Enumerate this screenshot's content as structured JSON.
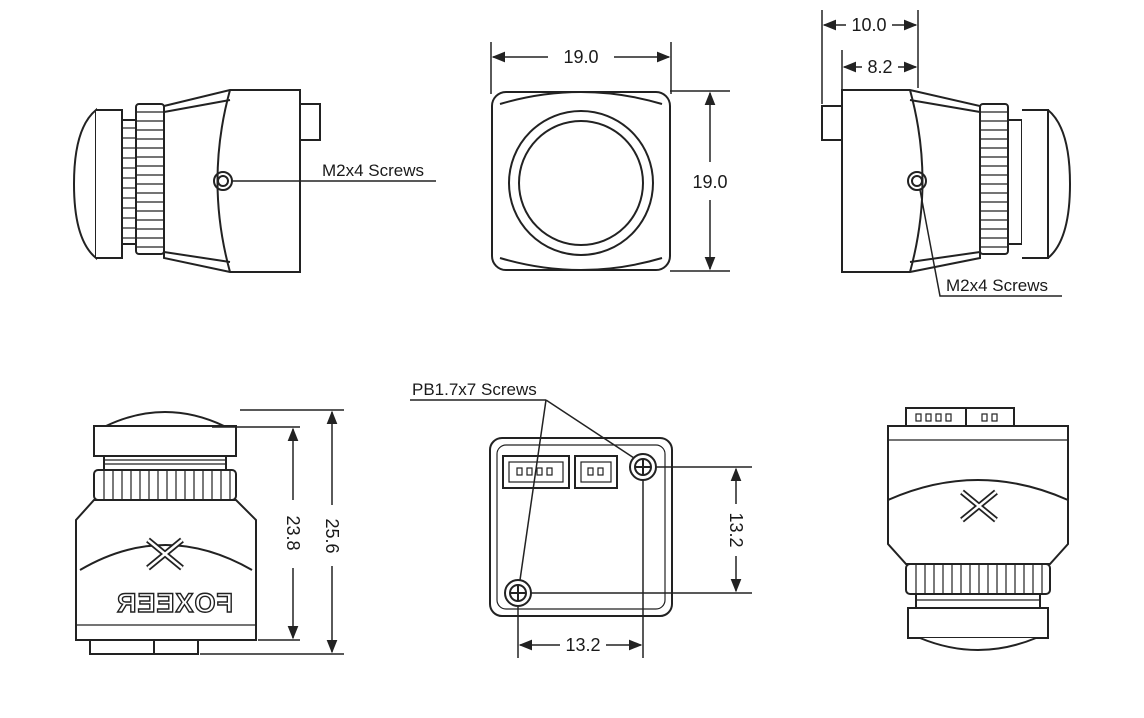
{
  "diagram": {
    "dimensions": {
      "front_width": "19.0",
      "front_height": "19.0",
      "side_overall_depth": "10.0",
      "side_body_depth": "8.2",
      "view_height_inner": "23.8",
      "view_height_overall": "25.6",
      "rear_hole_vertical": "13.2",
      "rear_hole_horizontal": "13.2"
    },
    "callouts": {
      "left_side_screw": "M2x4 Screws",
      "right_side_screw": "M2x4 Screws",
      "rear_screws": "PB1.7x7 Screws"
    },
    "brand": "FOXEER"
  }
}
